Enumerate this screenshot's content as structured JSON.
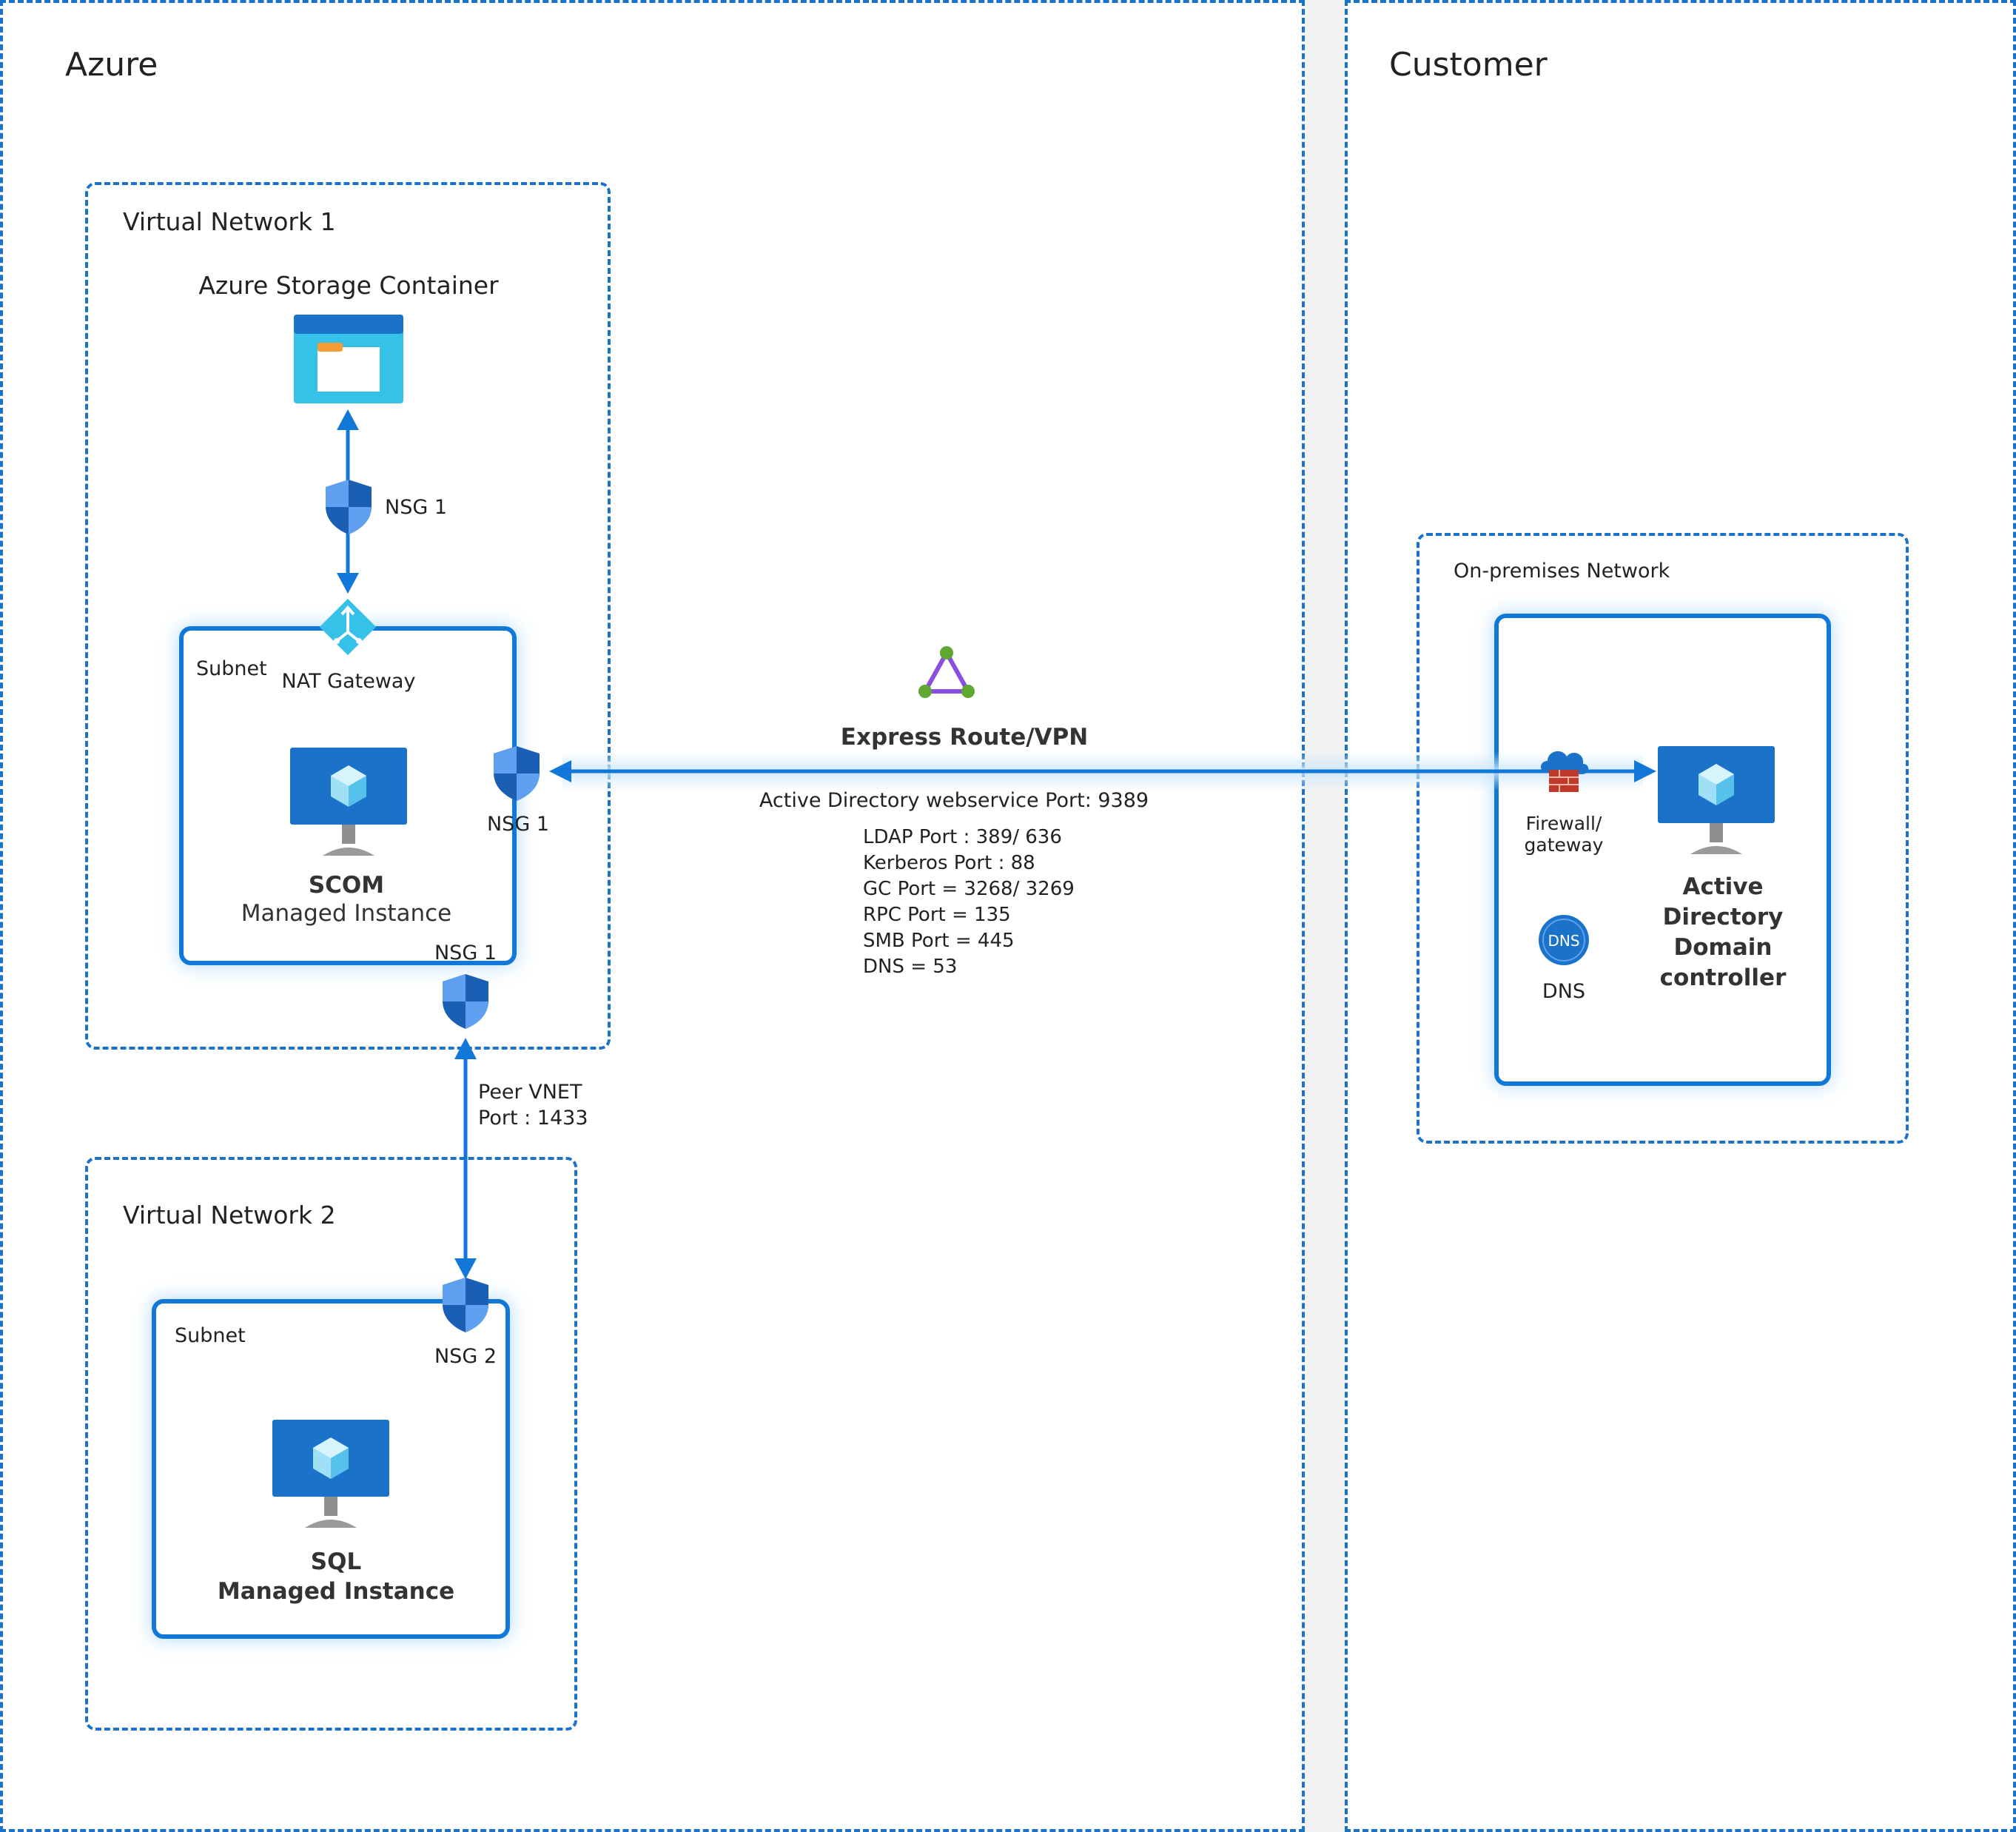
{
  "azure": {
    "title": "Azure",
    "vnet1": {
      "title": "Virtual Network 1",
      "storage_label": "Azure Storage Container",
      "nsg_top_label": "NSG 1",
      "subnet": {
        "title": "Subnet",
        "nat_label": "NAT Gateway",
        "nsg_right_label": "NSG 1",
        "nsg_bottom_label": "NSG 1",
        "vm_line1": "SCOM",
        "vm_line2": "Managed Instance"
      }
    },
    "peer": {
      "line1": "Peer VNET",
      "line2": "Port : 1433"
    },
    "vnet2": {
      "title": "Virtual Network 2",
      "subnet": {
        "title": "Subnet",
        "nsg_label": "NSG 2",
        "vm_line1": "SQL",
        "vm_line2": "Managed Instance"
      }
    }
  },
  "connection": {
    "label": "Express Route/VPN",
    "primary_port": "Active Directory webservice Port: 9389",
    "ports": [
      "LDAP Port : 389/ 636",
      "Kerberos Port : 88",
      "GC Port = 3268/ 3269",
      "RPC Port = 135",
      "SMB Port = 445",
      "DNS = 53"
    ]
  },
  "customer": {
    "title": "Customer",
    "onprem": {
      "title": "On-premises Network",
      "firewall_line1": "Firewall/",
      "firewall_line2": "gateway",
      "dns_badge": "DNS",
      "dns_label": "DNS",
      "dc_lines": [
        "Active",
        "Directory",
        "Domain",
        "controller"
      ]
    }
  },
  "colors": {
    "border_blue": "#1a73c9",
    "arrow_blue": "#1178d8",
    "shield_light": "#5ea0ef",
    "shield_dark": "#1b5fb5",
    "vpn_green": "#5ea730",
    "vpn_purple": "#8a4fe0",
    "firewall_red": "#c0392b"
  }
}
